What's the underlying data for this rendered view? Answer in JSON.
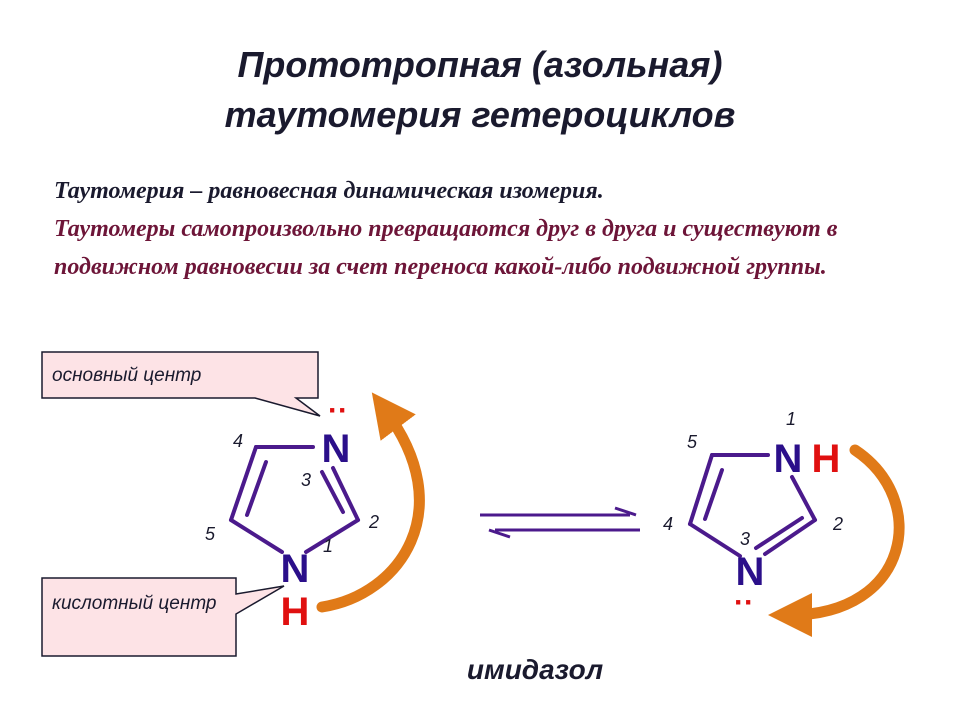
{
  "title": {
    "line1": "Прототропная  (азольная)",
    "line2": "таутомерия гетероциклов"
  },
  "definition": {
    "line1": "Таутомерия – равновесная динамическая изомерия.",
    "rest": "Таутомеры самопроизвольно превращаются друг в друга и существуют в подвижном равновесии за счет переноса какой-либо подвижной группы."
  },
  "callouts": {
    "basic_center": "основный центр",
    "acidic_center": "кислотный центр"
  },
  "left_molecule": {
    "atom_n_top": "N",
    "atom_n_bottom": "N",
    "atom_h": "H",
    "lone_pair": "··",
    "numbers": {
      "n1": "1",
      "n2": "2",
      "n3": "3",
      "n4": "4",
      "n5": "5"
    }
  },
  "right_molecule": {
    "atom_n_top": "N",
    "atom_h": "H",
    "atom_n_bottom": "N",
    "lone_pair": "··",
    "numbers": {
      "n1": "1",
      "n2": "2",
      "n3": "3",
      "n4": "4",
      "n5": "5"
    }
  },
  "caption": "имидазол",
  "colors": {
    "bond": "#4b1a8c",
    "nitrogen": "#2b0f8a",
    "hydrogen": "#e01010",
    "arrow": "#e07a18",
    "callout_fill": "#fde3e6",
    "definition_accent": "#6d1538"
  }
}
